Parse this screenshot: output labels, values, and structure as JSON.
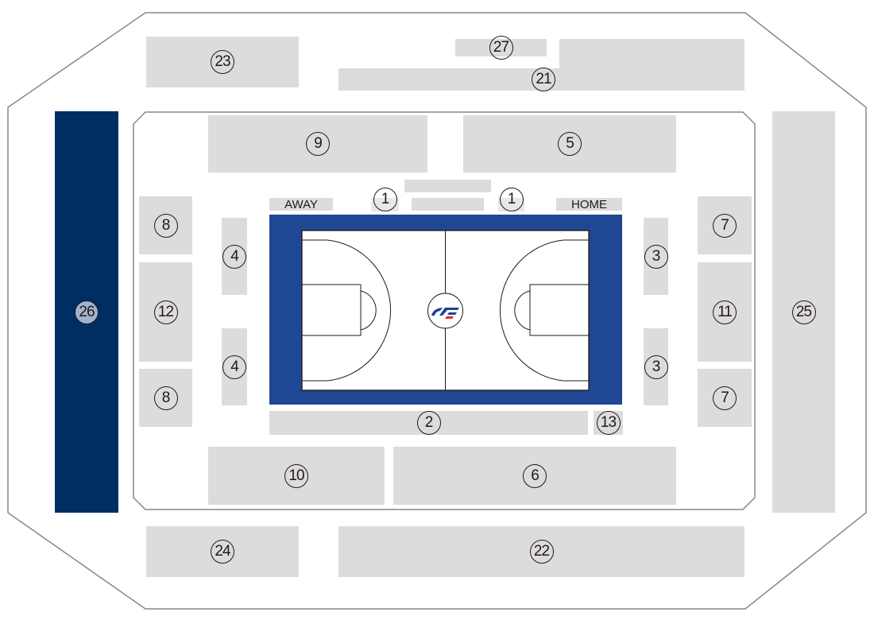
{
  "sections": {
    "s1a": "1",
    "s1b": "1",
    "s2": "2",
    "s3a": "3",
    "s3b": "3",
    "s4a": "4",
    "s4b": "4",
    "s5": "5",
    "s6": "6",
    "s7a": "7",
    "s7b": "7",
    "s8a": "8",
    "s8b": "8",
    "s9": "9",
    "s10": "10",
    "s11": "11",
    "s12": "12",
    "s13": "13",
    "s21": "21",
    "s22": "22",
    "s23": "23",
    "s24": "24",
    "s25": "25",
    "s26": "26",
    "s27": "27"
  },
  "benches": {
    "away": "AWAY",
    "home": "HOME"
  },
  "colors": {
    "court_border": "#1f4793",
    "highlight_section": "#002d62",
    "section": "#dcdcdc"
  },
  "court": {
    "logo": "AF"
  }
}
